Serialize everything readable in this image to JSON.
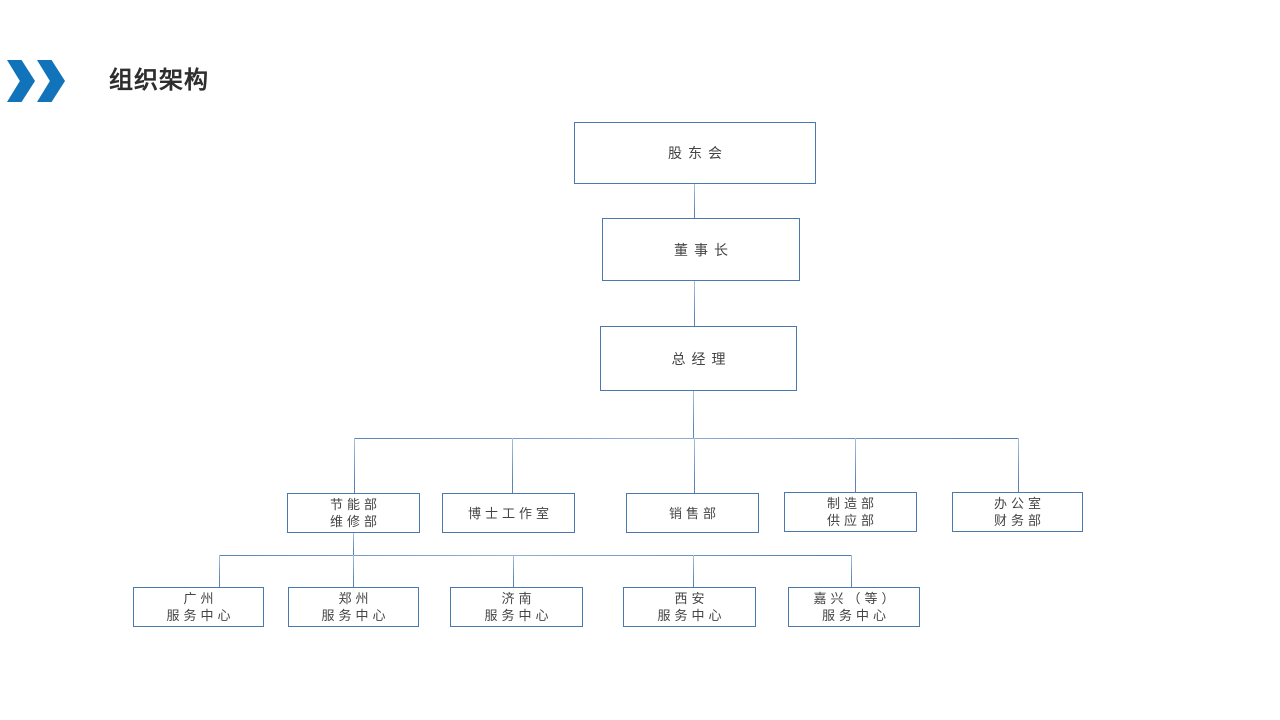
{
  "header": {
    "title": "组织架构"
  },
  "colors": {
    "accent_blue": "#1173b9",
    "title_text": "#2e2e2e",
    "box_border": "#4a7aad",
    "box_text": "#444444",
    "connector": "#5a84b4"
  },
  "org_chart": {
    "type": "org-tree",
    "nodes": [
      {
        "id": "shareholders",
        "lines": [
          "股东会"
        ],
        "parent": null
      },
      {
        "id": "chairman",
        "lines": [
          "董事长"
        ],
        "parent": "shareholders"
      },
      {
        "id": "general-manager",
        "lines": [
          "总经理"
        ],
        "parent": "chairman"
      },
      {
        "id": "dept-energy-maintenance",
        "lines": [
          "节能部",
          "维修部"
        ],
        "parent": "general-manager"
      },
      {
        "id": "dept-doctor-studio",
        "lines": [
          "博士工作室"
        ],
        "parent": "general-manager"
      },
      {
        "id": "dept-sales",
        "lines": [
          "销售部"
        ],
        "parent": "general-manager"
      },
      {
        "id": "dept-manufacturing-supply",
        "lines": [
          "制造部",
          "供应部"
        ],
        "parent": "general-manager"
      },
      {
        "id": "dept-office-finance",
        "lines": [
          "办公室",
          "财务部"
        ],
        "parent": "general-manager"
      },
      {
        "id": "sc-guangzhou",
        "lines": [
          "广州",
          "服务中心"
        ],
        "parent": "dept-energy-maintenance"
      },
      {
        "id": "sc-zhengzhou",
        "lines": [
          "郑州",
          "服务中心"
        ],
        "parent": "dept-energy-maintenance"
      },
      {
        "id": "sc-jinan",
        "lines": [
          "济南",
          "服务中心"
        ],
        "parent": "dept-energy-maintenance"
      },
      {
        "id": "sc-xian",
        "lines": [
          "西安",
          "服务中心"
        ],
        "parent": "dept-energy-maintenance"
      },
      {
        "id": "sc-jiaxing",
        "lines": [
          "嘉兴（等）",
          "服务中心"
        ],
        "parent": "dept-energy-maintenance"
      }
    ]
  }
}
